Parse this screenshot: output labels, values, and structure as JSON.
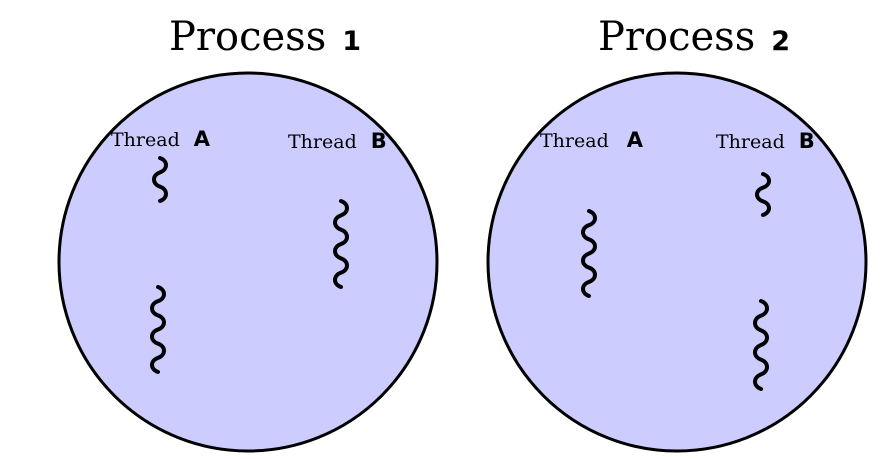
{
  "colors": {
    "process_fill": "#ccccff",
    "process_stroke": "#000000",
    "thread_stroke": "#000000"
  },
  "processes": [
    {
      "title_word": "Process",
      "title_number": "1",
      "thread_labels": [
        {
          "word": "Thread",
          "letter": "A"
        },
        {
          "word": "Thread",
          "letter": "B"
        }
      ],
      "thread_count": 3
    },
    {
      "title_word": "Process",
      "title_number": "2",
      "thread_labels": [
        {
          "word": "Thread",
          "letter": "A"
        },
        {
          "word": "Thread",
          "letter": "B"
        }
      ],
      "thread_count": 3
    }
  ]
}
